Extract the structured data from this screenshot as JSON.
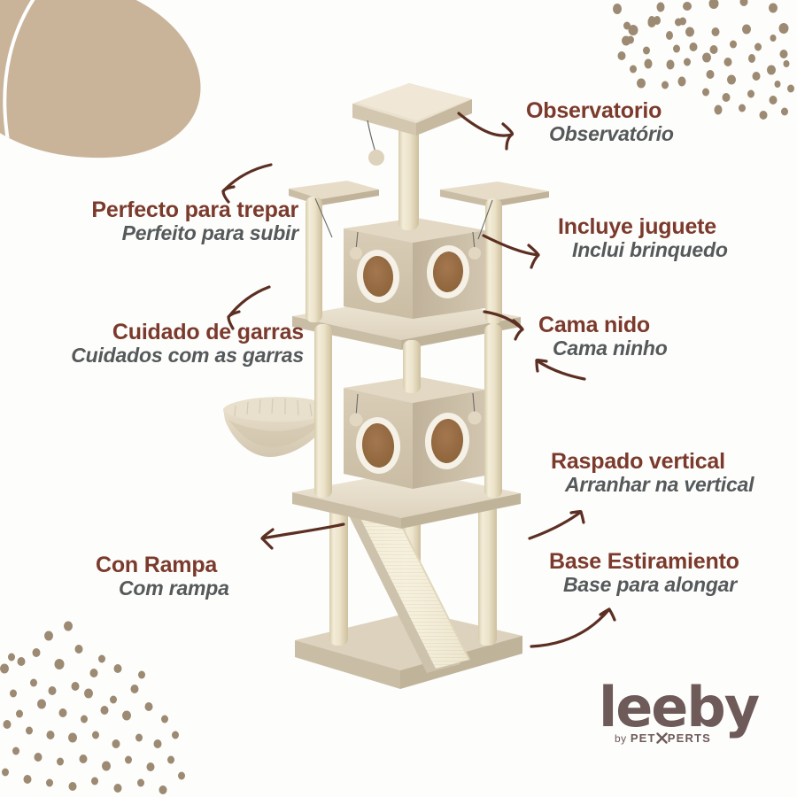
{
  "theme": {
    "background": "#fdfdfc",
    "primary_text_color": "#7b3a2c",
    "secondary_text_color": "#55595a",
    "accent_tan": "#c9b49a",
    "dot_color": "#9c8a73",
    "arrow_color": "#5c2f23",
    "logo_color": "#6e5a59"
  },
  "callouts": [
    {
      "id": "observatorio",
      "primary": "Observatorio",
      "secondary": "Observatório"
    },
    {
      "id": "trepar",
      "primary": "Perfecto para trepar",
      "secondary": "Perfeito para subir"
    },
    {
      "id": "juguete",
      "primary": "Incluye juguete",
      "secondary": "Inclui brinquedo"
    },
    {
      "id": "garras",
      "primary": "Cuidado de garras",
      "secondary": "Cuidados com as garras"
    },
    {
      "id": "cama",
      "primary": "Cama nido",
      "secondary": "Cama ninho"
    },
    {
      "id": "raspado",
      "primary": "Raspado vertical",
      "secondary": "Arranhar na vertical"
    },
    {
      "id": "rampa",
      "primary": "Con Rampa",
      "secondary": "Com rampa"
    },
    {
      "id": "base",
      "primary": "Base Estiramiento",
      "secondary": "Base para alongar"
    }
  ],
  "logo": {
    "wordmark": "leeby",
    "by_text": "by",
    "brand_text_left": "PET",
    "brand_text_right": "PERTS",
    "brand_glyph": "x-paw-mark"
  },
  "product": {
    "name": "cat-tree-tower",
    "parts": [
      "top-observation-platform",
      "hanging-pompom-toy",
      "upper-condo-house",
      "side-perch-left",
      "side-perch-right",
      "mid-shelf",
      "nest-hammock-bed",
      "lower-condo-house",
      "lower-shelf",
      "sisal-ramp",
      "sisal-posts",
      "base-platform"
    ]
  }
}
